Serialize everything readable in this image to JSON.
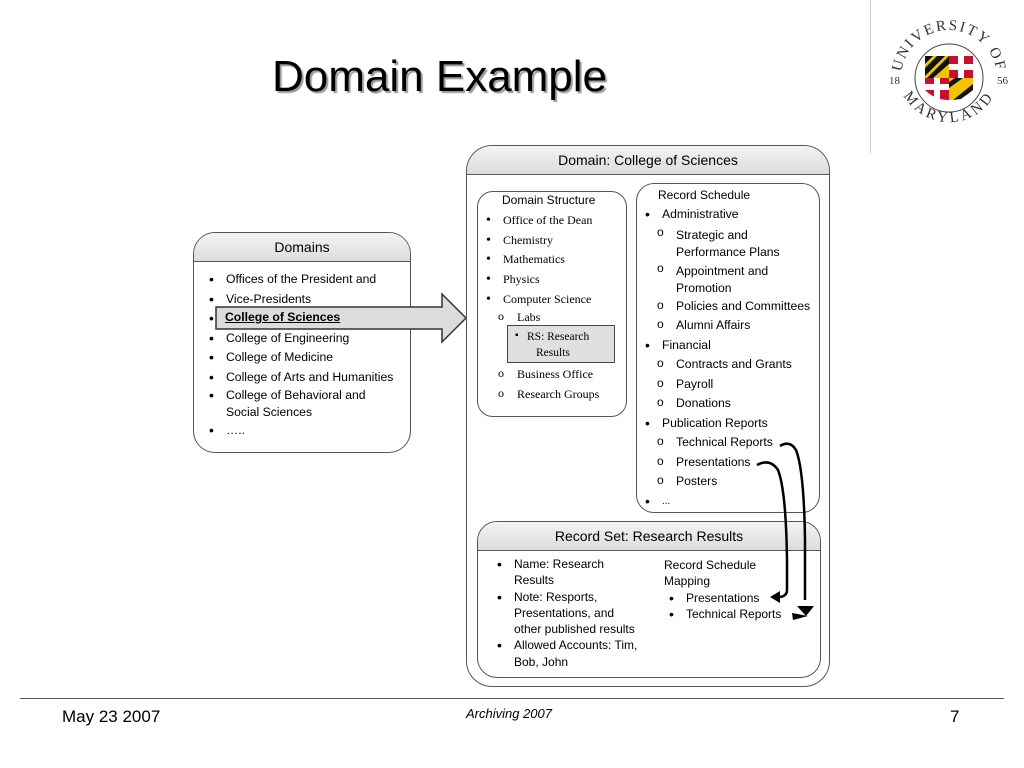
{
  "title": "Domain Example",
  "logo": {
    "text_top": "UNIVERSITY OF",
    "text_bottom": "MARYLAND",
    "year_left": "18",
    "year_right": "56"
  },
  "domains": {
    "header": "Domains",
    "items": [
      "Offices of the President and",
      "Vice-Presidents",
      "College of Sciences",
      "College of Engineering",
      "College of  Medicine",
      "College of Arts and Humanities",
      "College of Behavioral and",
      "Social Sciences",
      "….."
    ]
  },
  "college": {
    "header": "Domain: College of Sciences",
    "structure": {
      "title": "Domain Structure",
      "items": [
        "Office of the Dean",
        "Chemistry",
        "Mathematics",
        "Physics",
        "Computer Science"
      ],
      "sub": {
        "labs": "Labs",
        "rs_line1": "RS: Research",
        "rs_line2": "Results",
        "business": "Business Office",
        "research_groups": "Research Groups"
      }
    },
    "schedule": {
      "title": "Record Schedule",
      "administrative": "Administrative",
      "admin_items": {
        "a1_l1": "Strategic and",
        "a1_l2": "Performance Plans",
        "a2_l1": "Appointment and",
        "a2_l2": "Promotion",
        "a3": "Policies and Committees",
        "a4": "Alumni Affairs"
      },
      "financial": "Financial",
      "fin_items": [
        "Contracts and Grants",
        "Payroll",
        "Donations"
      ],
      "publication": "Publication Reports",
      "pub_items": [
        "Technical Reports",
        "Presentations",
        "Posters"
      ],
      "more": "..."
    }
  },
  "record_set": {
    "header": "Record Set: Research Results",
    "name_l1": "Name: Research",
    "name_l2": "Results",
    "note_l1": "Note: Resports,",
    "note_l2": "Presentations, and",
    "note_l3": "other published results",
    "allowed_l1": "Allowed Accounts: Tim,",
    "allowed_l2": "Bob, John",
    "mapping_l1": "Record Schedule",
    "mapping_l2": "Mapping",
    "mapping_items": [
      "Presentations",
      "Technical Reports"
    ]
  },
  "footer": {
    "date": "May 23 2007",
    "center": "Archiving 2007",
    "page": "7"
  },
  "colors": {
    "arrow_fill": "#dcdcdc",
    "highlight_fill": "#e0e0e0",
    "logo_red": "#c8102e",
    "logo_gold": "#f5c400"
  }
}
